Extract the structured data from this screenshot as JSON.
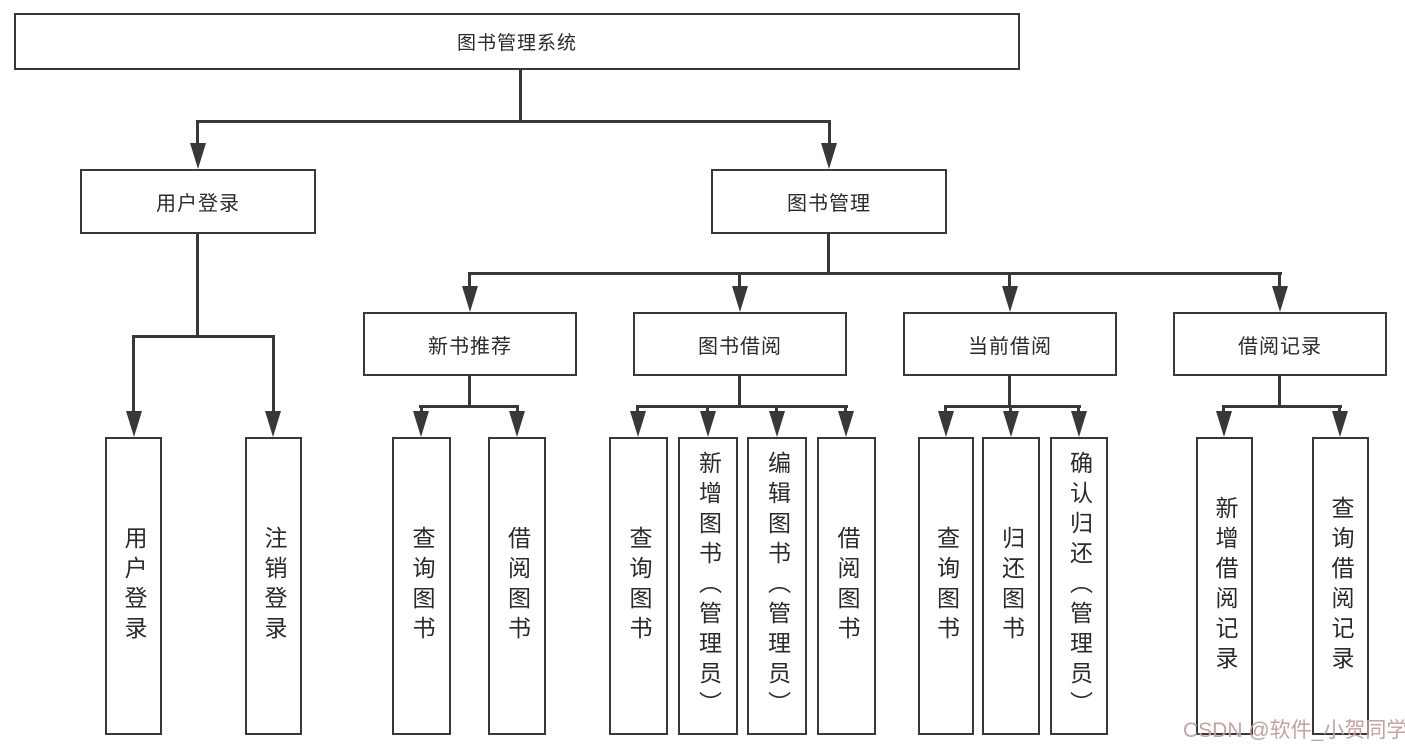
{
  "tree": {
    "root": "图书管理系统",
    "user": {
      "label": "用户登录",
      "children": [
        "用户登录",
        "注销登录"
      ]
    },
    "mgmt": {
      "label": "图书管理",
      "sections": [
        {
          "label": "新书推荐",
          "children": [
            "查询图书",
            "借阅图书"
          ]
        },
        {
          "label": "图书借阅",
          "children": [
            "查询图书",
            "新增图书（管理员）",
            "编辑图书（管理员）",
            "借阅图书"
          ]
        },
        {
          "label": "当前借阅",
          "children": [
            "查询图书",
            "归还图书",
            "确认归还（管理员）"
          ]
        },
        {
          "label": "借阅记录",
          "children": [
            "新增借阅记录",
            "查询借阅记录"
          ]
        }
      ]
    }
  },
  "watermark": "CSDN @软件_小贺同学",
  "colors": {
    "line": "#383838",
    "box_border": "#383838",
    "text": "#2a2a2a",
    "watermark": "#c4a2a2",
    "background": "#ffffff"
  }
}
